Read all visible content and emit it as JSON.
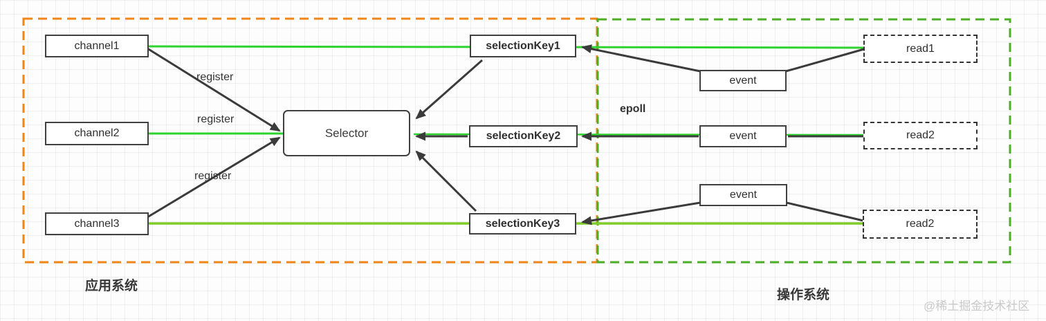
{
  "zones": {
    "application": {
      "label": "应用系统",
      "border_color": "#F08519"
    },
    "os": {
      "label": "操作系统",
      "border_color": "#4CAE27",
      "epoll_label": "epoll"
    }
  },
  "nodes": {
    "channels": [
      "channel1",
      "channel2",
      "channel3"
    ],
    "selector": "Selector",
    "selection_keys": [
      "selectionKey1",
      "selectionKey2",
      "selectionKey3"
    ],
    "events": [
      "event",
      "event",
      "event"
    ],
    "reads": [
      "read1",
      "read2",
      "read2"
    ]
  },
  "edge_labels": {
    "register1": "register",
    "register2": "register",
    "register3": "register"
  },
  "colors": {
    "bright_green_line": "#2FD32F",
    "yellow_green_line": "#7FCB2A",
    "dark_line": "#3B3B3B"
  },
  "watermark": "@稀土掘金技术社区"
}
